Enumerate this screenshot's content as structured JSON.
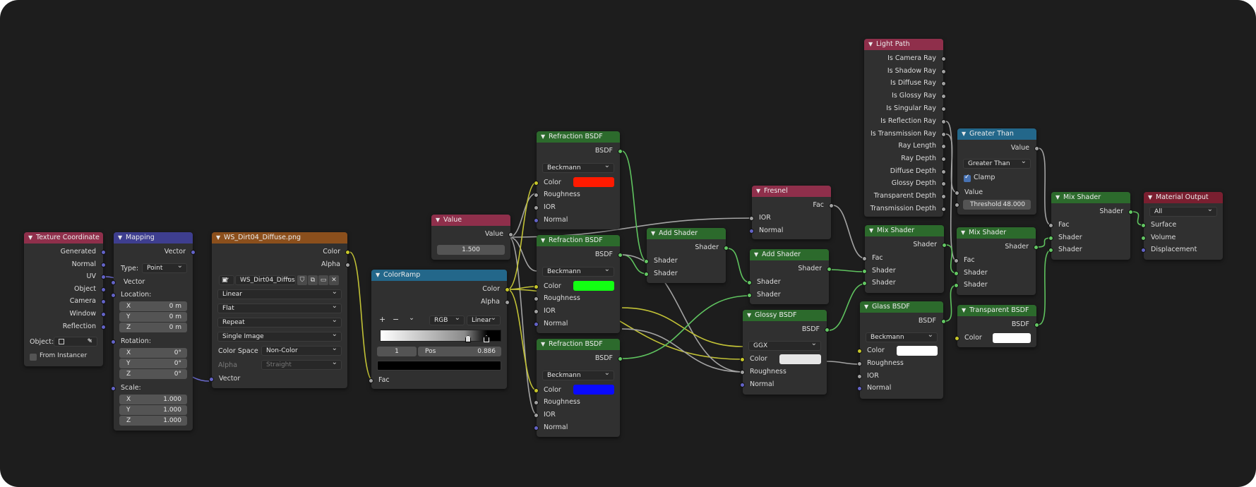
{
  "colors": {
    "canvas": "#1d1d1d",
    "node_body": "#303030",
    "hdr_input": "#8f2f4b",
    "hdr_vector": "#3e3e8f",
    "hdr_texture": "#8b4f1c",
    "hdr_converter": "#23678a",
    "hdr_shader": "#2c6a2c",
    "hdr_output": "#7a1f30",
    "link_shader": "#5fc35f",
    "link_color": "#c2c236",
    "link_float": "#a3a3a3",
    "link_vector": "#6a6acb"
  },
  "nodes": {
    "texcoord": {
      "title": "Texture Coordinate",
      "outputs": [
        "Generated",
        "Normal",
        "UV",
        "Object",
        "Camera",
        "Window",
        "Reflection"
      ],
      "object_label": "Object:",
      "from_instancer": "From Instancer"
    },
    "mapping": {
      "title": "Mapping",
      "out_vector": "Vector",
      "type_label": "Type:",
      "type_value": "Point",
      "in_vector": "Vector",
      "location": "Location:",
      "rotation": "Rotation:",
      "scale": "Scale:",
      "x": "X",
      "y": "Y",
      "z": "Z",
      "loc": [
        "0 m",
        "0 m",
        "0 m"
      ],
      "rot": [
        "0°",
        "0°",
        "0°"
      ],
      "scl": [
        "1.000",
        "1.000",
        "1.000"
      ],
      "vector_in": "Vector"
    },
    "image": {
      "title": "WS_Dirt04_Diffuse.png",
      "out_color": "Color",
      "out_alpha": "Alpha",
      "filename": "WS_Dirt04_Diffus...",
      "interp": "Linear",
      "proj": "Flat",
      "ext": "Repeat",
      "source": "Single Image",
      "cs_label": "Color Space",
      "cs_value": "Non-Color",
      "alpha_label": "Alpha",
      "alpha_value": "Straight",
      "in_vector": "Vector"
    },
    "value": {
      "title": "Value",
      "out": "Value",
      "val": "1.500"
    },
    "ramp": {
      "title": "ColorRamp",
      "out_color": "Color",
      "out_alpha": "Alpha",
      "plus": "+",
      "minus": "−",
      "mode": "RGB",
      "interp": "Linear",
      "index": "1",
      "pos_label": "Pos",
      "pos_value": "0.886",
      "in_fac": "Fac"
    },
    "refr1": {
      "title": "Refraction BSDF",
      "out": "BSDF",
      "dist": "Beckmann",
      "color": "Color",
      "rough": "Roughness",
      "ior": "IOR",
      "normal": "Normal",
      "swatch": "#ff1a00"
    },
    "refr2": {
      "title": "Refraction BSDF",
      "out": "BSDF",
      "dist": "Beckmann",
      "color": "Color",
      "rough": "Roughness",
      "ior": "IOR",
      "normal": "Normal",
      "swatch": "#12ff12"
    },
    "refr3": {
      "title": "Refraction BSDF",
      "out": "BSDF",
      "dist": "Beckmann",
      "color": "Color",
      "rough": "Roughness",
      "ior": "IOR",
      "normal": "Normal",
      "swatch": "#0a0aff"
    },
    "add1": {
      "title": "Add Shader",
      "out": "Shader",
      "in1": "Shader",
      "in2": "Shader"
    },
    "add2": {
      "title": "Add Shader",
      "out": "Shader",
      "in1": "Shader",
      "in2": "Shader"
    },
    "fresnel": {
      "title": "Fresnel",
      "out": "Fac",
      "ior": "IOR",
      "normal": "Normal"
    },
    "glossy": {
      "title": "Glossy BSDF",
      "out": "BSDF",
      "dist": "GGX",
      "color": "Color",
      "rough": "Roughness",
      "normal": "Normal",
      "swatch": "#e6e6e6"
    },
    "lightpath": {
      "title": "Light Path",
      "outputs": [
        "Is Camera Ray",
        "Is Shadow Ray",
        "Is Diffuse Ray",
        "Is Glossy Ray",
        "Is Singular Ray",
        "Is Reflection Ray",
        "Is Transmission Ray",
        "Ray Length",
        "Ray Depth",
        "Diffuse Depth",
        "Glossy Depth",
        "Transparent Depth",
        "Transmission Depth"
      ]
    },
    "mix1": {
      "title": "Mix Shader",
      "out": "Shader",
      "fac": "Fac",
      "in1": "Shader",
      "in2": "Shader"
    },
    "glass": {
      "title": "Glass BSDF",
      "out": "BSDF",
      "dist": "Beckmann",
      "color": "Color",
      "rough": "Roughness",
      "ior": "IOR",
      "normal": "Normal",
      "swatch": "#ffffff"
    },
    "greater": {
      "title": "Greater Than",
      "out": "Value",
      "op": "Greater Than",
      "clamp": "Clamp",
      "in_value": "Value",
      "thr_label": "Threshold",
      "thr_value": "48.000"
    },
    "mix2": {
      "title": "Mix Shader",
      "out": "Shader",
      "fac": "Fac",
      "in1": "Shader",
      "in2": "Shader"
    },
    "transp": {
      "title": "Transparent BSDF",
      "out": "BSDF",
      "color": "Color",
      "swatch": "#ffffff"
    },
    "mix3": {
      "title": "Mix Shader",
      "out": "Shader",
      "fac": "Fac",
      "in1": "Shader",
      "in2": "Shader"
    },
    "output": {
      "title": "Material Output",
      "target": "All",
      "surface": "Surface",
      "volume": "Volume",
      "displacement": "Displacement"
    }
  }
}
